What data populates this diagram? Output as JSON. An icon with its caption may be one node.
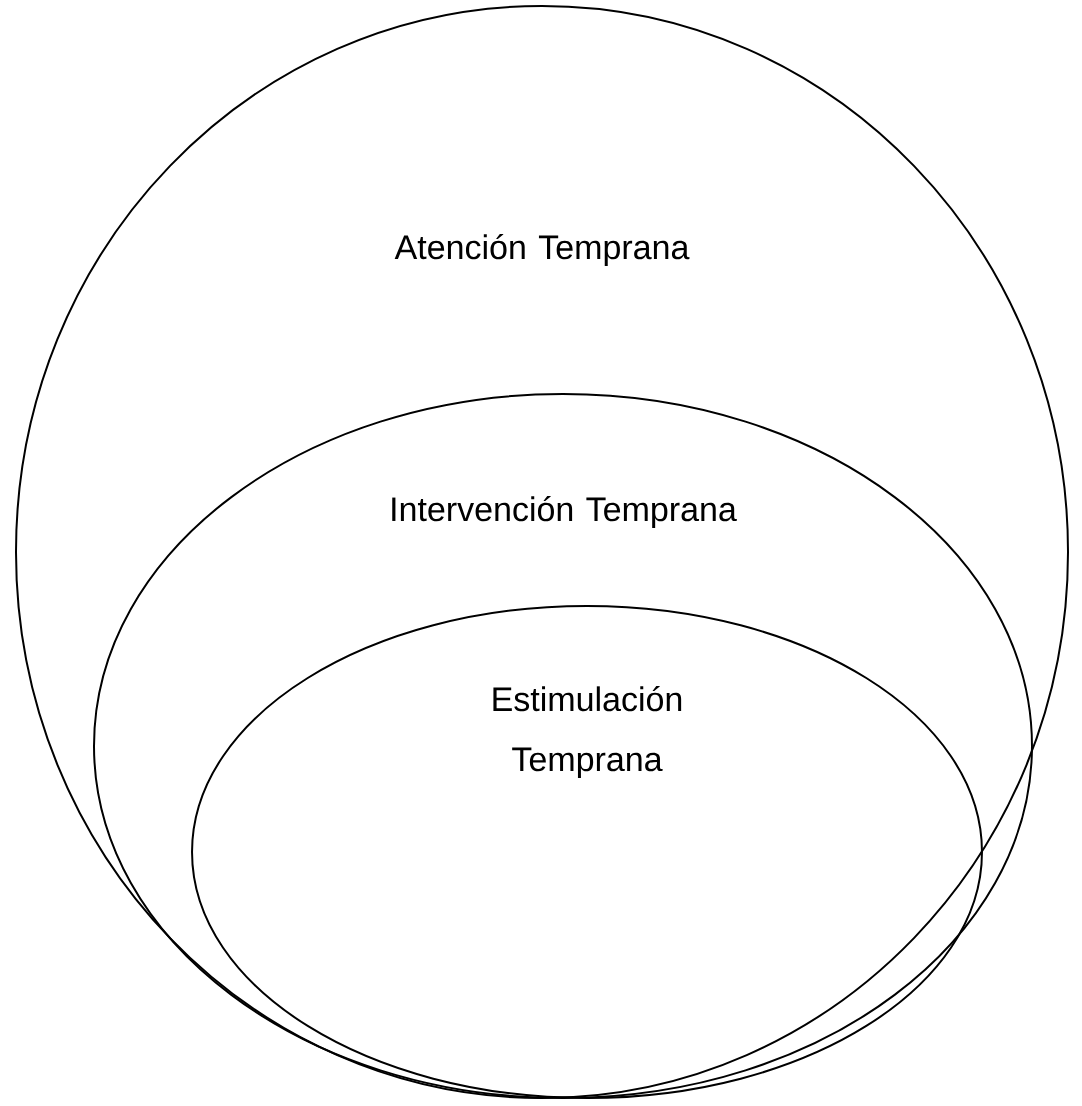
{
  "diagram": {
    "nodes": [
      {
        "text": [
          "Atención Temprana"
        ]
      },
      {
        "text": [
          "Intervención Temprana"
        ],
        "in": 0
      },
      {
        "text": [
          "Estimulación Temprana"
        ],
        "in": 1
      }
    ]
  }
}
